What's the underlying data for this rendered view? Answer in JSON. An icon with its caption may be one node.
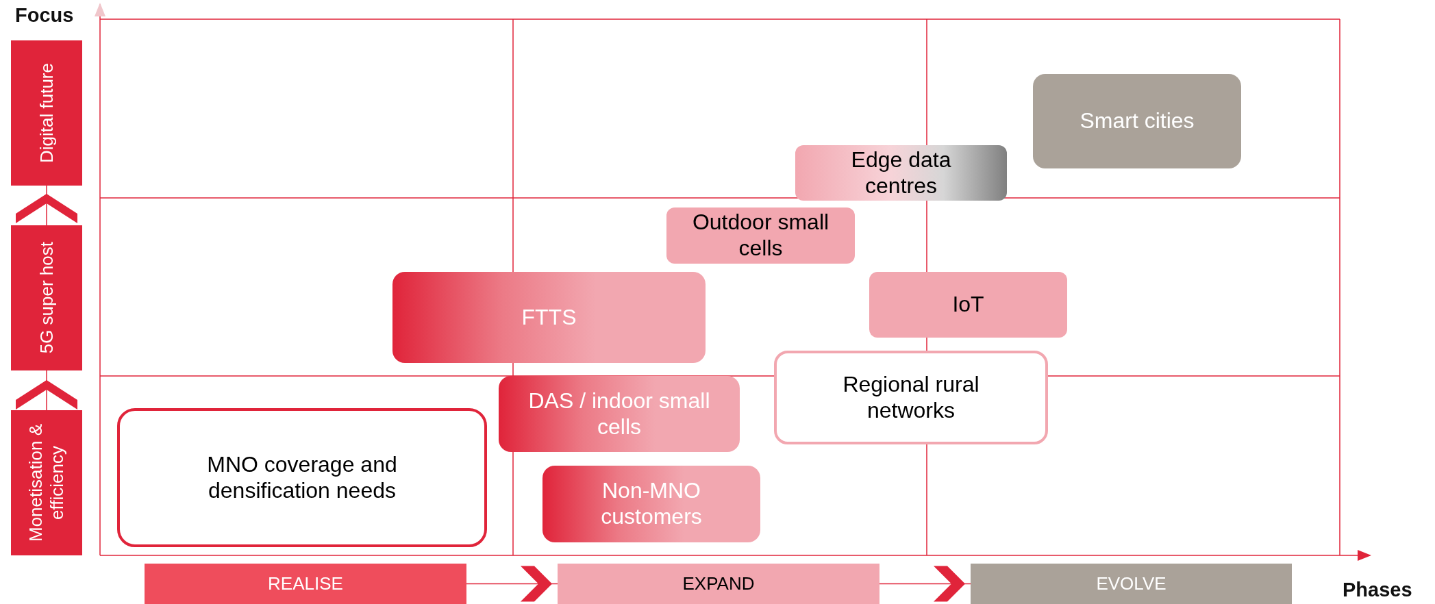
{
  "diagram": {
    "nodes": [
      {
        "text": [
          "Digital future"
        ]
      },
      {
        "text": [
          "5G super host"
        ]
      },
      {
        "text": [
          "Monetisation & efficiency"
        ]
      },
      {
        "text": [
          "Smart cities"
        ]
      },
      {
        "text": [
          "Edge data centres"
        ]
      },
      {
        "text": [
          "Outdoor small cells"
        ]
      },
      {
        "text": [
          "FTTS"
        ]
      },
      {
        "text": [
          "IoT"
        ]
      },
      {
        "text": [
          "Regional rural networks"
        ]
      },
      {
        "text": [
          "DAS / indoor small cells"
        ]
      },
      {
        "text": [
          "MNO coverage and densification needs"
        ]
      },
      {
        "text": [
          "Non-MNO customers"
        ]
      },
      {
        "text": [
          "REALISE"
        ]
      },
      {
        "text": [
          "EXPAND"
        ]
      },
      {
        "text": [
          "EVOLVE"
        ]
      }
    ],
    "edges": [
      {
        "from": 2,
        "to": 1,
        "arrow": "to"
      },
      {
        "from": 1,
        "to": 0,
        "arrow": "to"
      },
      {
        "from": 12,
        "to": 13,
        "arrow": "to"
      },
      {
        "from": 13,
        "to": 14,
        "arrow": "to"
      }
    ],
    "labels": [
      "Focus",
      "Phases"
    ]
  }
}
